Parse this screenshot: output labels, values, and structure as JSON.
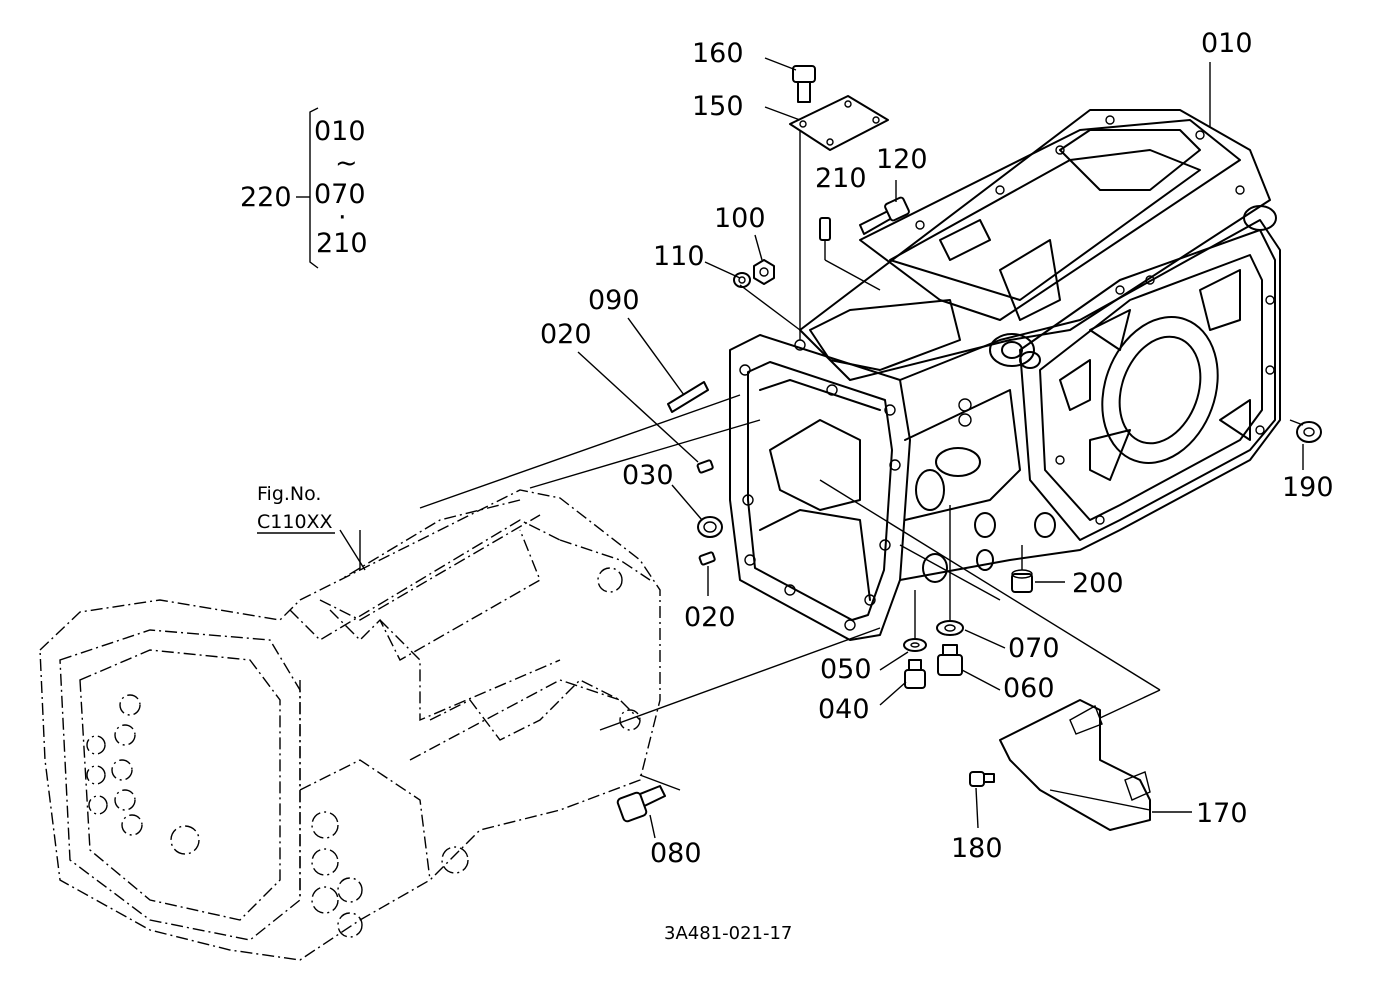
{
  "diagram": {
    "part_labels": {
      "p010": "010",
      "p020a": "020",
      "p020b": "020",
      "p030": "030",
      "p040": "040",
      "p050": "050",
      "p060": "060",
      "p070": "070",
      "p080": "080",
      "p090": "090",
      "p100": "100",
      "p110": "110",
      "p120": "120",
      "p150": "150",
      "p160": "160",
      "p170": "170",
      "p180": "180",
      "p190": "190",
      "p200": "200",
      "p210": "210"
    },
    "assembly_note": {
      "number": "220",
      "range_from": "010",
      "tilde": "~",
      "range_to": "070",
      "dot": "·",
      "extra": "210"
    },
    "reference": {
      "line1": "Fig.No.",
      "line2": "C110XX"
    },
    "drawing_code": "3A481-021-17"
  }
}
